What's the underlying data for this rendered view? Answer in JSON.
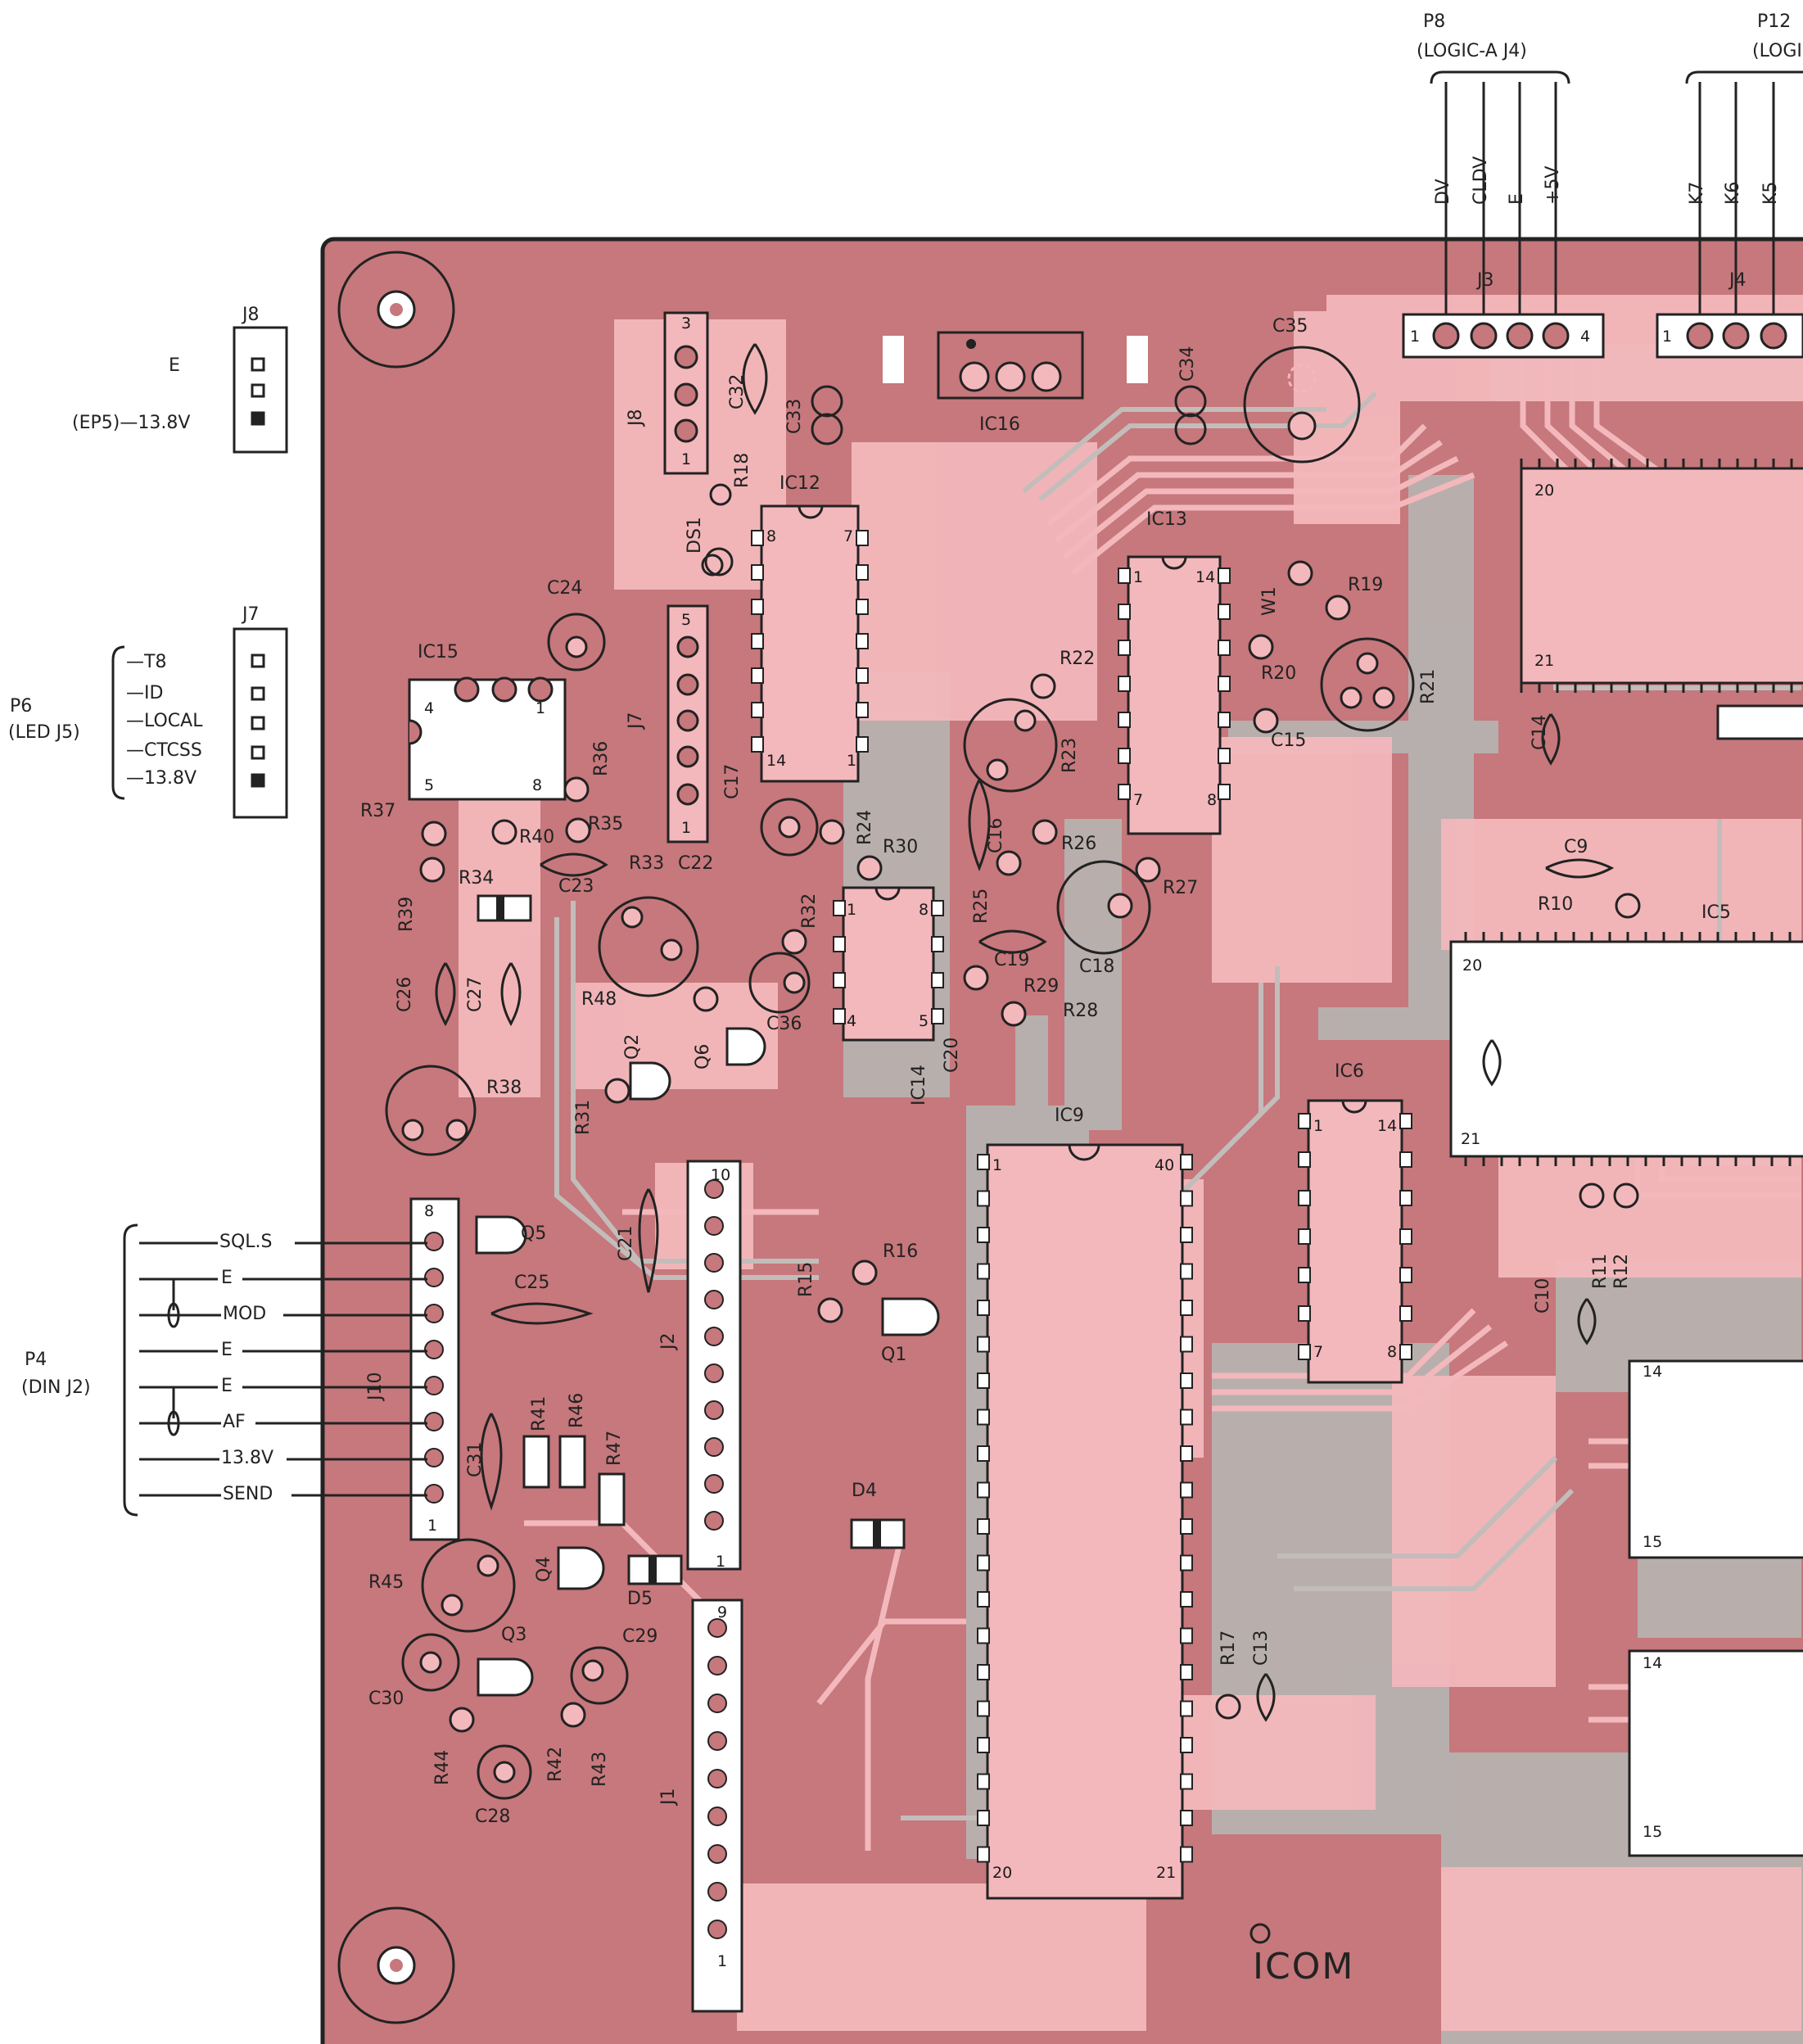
{
  "brand": "ICOM",
  "colors": {
    "board": "#c6787c",
    "trace_top": "#f3b8bc",
    "trace_bottom": "#b7b2b0",
    "silkscreen": "#1e1e1e",
    "background": "#ffffff"
  },
  "connectors": {
    "j8": {
      "name": "J8",
      "lines": [
        "E",
        "(EP5)—13.8V"
      ]
    },
    "j7": {
      "name": "J7",
      "group_label": "P6",
      "group_sub": "(LED J5)",
      "lines": [
        "—T8",
        "—ID",
        "—LOCAL",
        "—CTCSS",
        "—13.8V"
      ]
    },
    "p8": {
      "name": "P8",
      "sub": "(LOGIC-A J4)",
      "pins": [
        "DV",
        "CLDV",
        "E",
        "+5V"
      ]
    },
    "p12": {
      "name": "P12",
      "sub": "(LOGIC",
      "pins": [
        "K7",
        "K6",
        "K5"
      ]
    },
    "p4": {
      "name": "P4",
      "sub": "(DIN J2)",
      "lines": [
        "SQL.S",
        "E",
        "MOD",
        "E",
        "E",
        "AF",
        "13.8V",
        "SEND"
      ]
    }
  },
  "board_labels": {
    "j3": "J3",
    "j4": "J4",
    "j8": "J8",
    "j7": "J7",
    "j2": "J2",
    "j1": "J1",
    "j10": "J10",
    "ic16": "IC16",
    "ic12": "IC12",
    "ic13": "IC13",
    "ic15": "IC15",
    "ic14": "IC14",
    "ic9": "IC9",
    "ic6": "IC6",
    "ic5": "IC5",
    "c35": "C35",
    "c34": "C34",
    "c33": "C33",
    "c32": "C32",
    "c24": "C24",
    "c22": "C22",
    "c23": "C23",
    "c26": "C26",
    "c27": "C27",
    "c36": "C36",
    "c17": "C17",
    "c16": "C16",
    "c15": "C15",
    "c14": "C14",
    "c19": "C19",
    "c18": "C18",
    "c20": "C20",
    "c9": "C9",
    "c21": "C21",
    "c25": "C25",
    "c31": "C31",
    "c29": "C29",
    "c30": "C30",
    "c28": "C28",
    "c10": "C10",
    "c13": "C13",
    "r18": "R18",
    "r19": "R19",
    "r20": "R20",
    "r21": "R21",
    "r22": "R22",
    "r23": "R23",
    "r24": "R24",
    "r25": "R25",
    "r26": "R26",
    "r27": "R27",
    "r28": "R28",
    "r29": "R29",
    "r30": "R30",
    "r31": "R31",
    "r32": "R32",
    "r33": "R33",
    "r34": "R34",
    "r35": "R35",
    "r36": "R36",
    "r37": "R37",
    "r38": "R38",
    "r39": "R39",
    "r40": "R40",
    "r41": "R41",
    "r42": "R42",
    "r43": "R43",
    "r44": "R44",
    "r45": "R45",
    "r46": "R46",
    "r47": "R47",
    "r48": "R48",
    "r10": "R10",
    "r11": "R11",
    "r12": "R12",
    "r15": "R15",
    "r16": "R16",
    "r17": "R17",
    "q1": "Q1",
    "q2": "Q2",
    "q3": "Q3",
    "q4": "Q4",
    "q5": "Q5",
    "q6": "Q6",
    "d4": "D4",
    "d5": "D5",
    "ds1": "DS1",
    "w1": "W1"
  },
  "pin_numbers": {
    "one": "1",
    "three": "3",
    "four": "4",
    "five": "5",
    "seven": "7",
    "eight": "8",
    "nine": "9",
    "ten": "10",
    "fourteen": "14",
    "fifteen": "15",
    "twenty": "20",
    "twentyone": "21",
    "forty": "40"
  }
}
